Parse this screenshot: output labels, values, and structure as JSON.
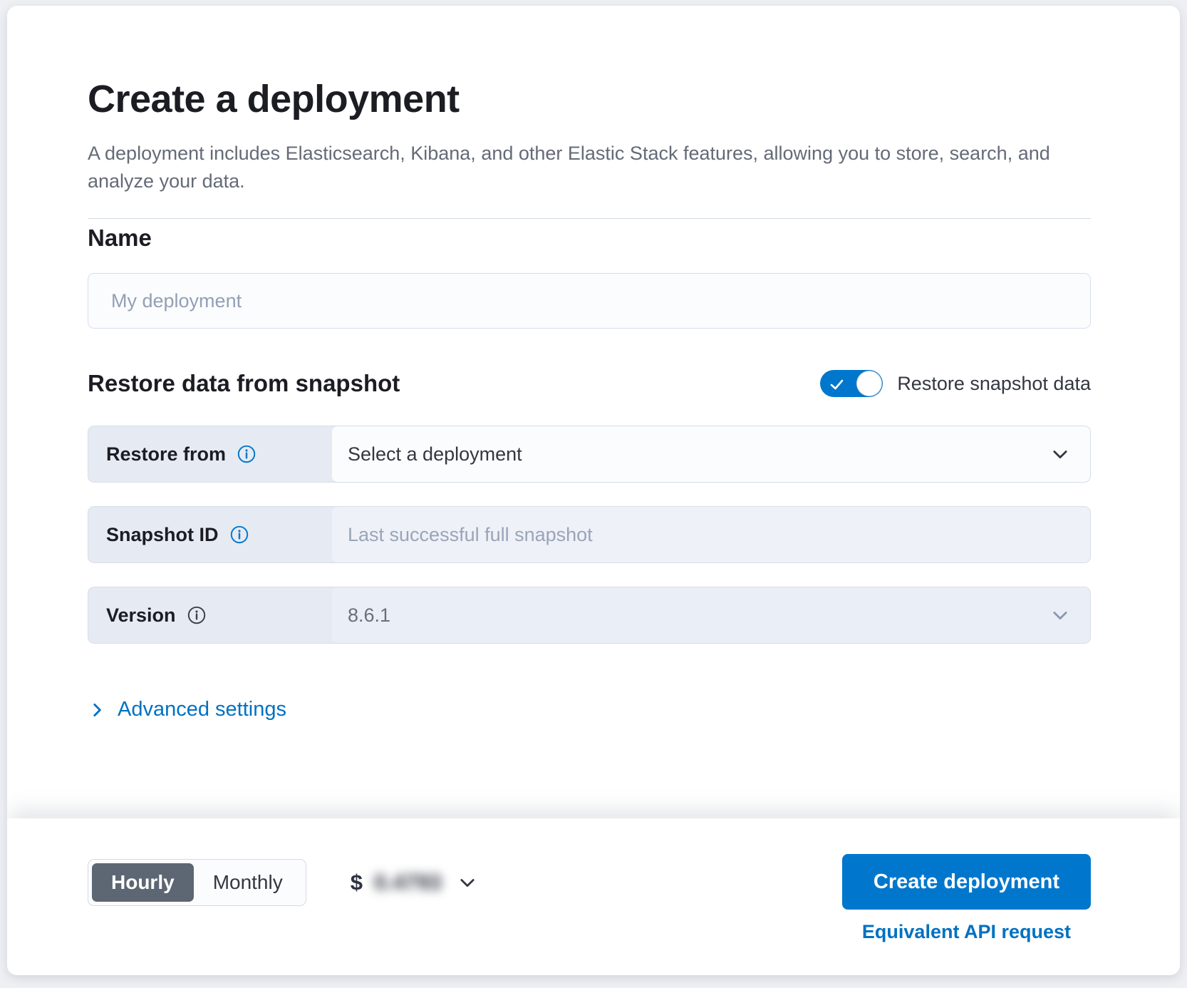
{
  "page": {
    "title": "Create a deployment",
    "subtitle": "A deployment includes Elasticsearch, Kibana, and other Elastic Stack features, allowing you to store, search, and analyze your data."
  },
  "name_section": {
    "heading": "Name",
    "input_value": "",
    "input_placeholder": "My deployment"
  },
  "restore_section": {
    "heading": "Restore data from snapshot",
    "toggle_label": "Restore snapshot data",
    "toggle_state": "on",
    "rows": [
      {
        "label": "Restore from",
        "value": "Select a deployment",
        "control": "select",
        "state": "enabled",
        "info_icon_color": "#0077cc"
      },
      {
        "label": "Snapshot ID",
        "value": "Last successful full snapshot",
        "control": "text-input",
        "state": "disabled",
        "info_icon_color": "#0077cc"
      },
      {
        "label": "Version",
        "value": "8.6.1",
        "control": "select",
        "state": "disabled",
        "info_icon_color": "#3a3f4a"
      }
    ],
    "advanced_link": "Advanced settings"
  },
  "footer": {
    "billing_options": [
      "Hourly",
      "Monthly"
    ],
    "billing_selected": "Hourly",
    "price_currency": "$",
    "price_value": "0.4793",
    "price_blurred": true,
    "create_button": "Create deployment",
    "api_link": "Equivalent API request"
  },
  "colors": {
    "primary": "#0077cc",
    "link": "#0071c2",
    "text": "#1b1d23",
    "subdued_text": "#646a77",
    "placeholder": "#93a0b4",
    "label_band_bg": "#e6eaf2",
    "disabled_bg": "#eef1f7",
    "border": "#d7dde9",
    "billing_selected_bg": "#5d6673",
    "page_bg": "#eff0f4"
  }
}
